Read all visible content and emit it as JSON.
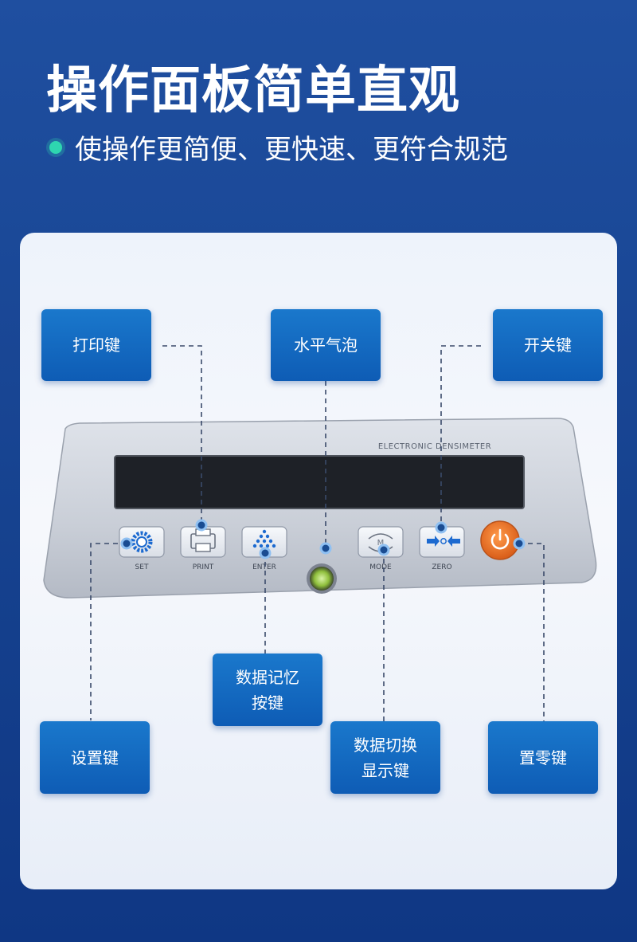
{
  "header": {
    "title": "操作面板简单直观",
    "subtitle": "使操作更简便、更快速、更符合规范"
  },
  "panel": {
    "brand_text": "ELECTRONIC DENSIMETER",
    "buttons": [
      "SET",
      "PRINT",
      "ENTER",
      "MODE",
      "ZERO"
    ],
    "mode_key_glyph": "M"
  },
  "callouts": {
    "print_key": "打印键",
    "level_bubble": "水平气泡",
    "power_key": "开关键",
    "memory_key_line1": "数据记忆",
    "memory_key_line2": "按键",
    "set_key": "设置键",
    "switch_key_line1": "数据切换",
    "switch_key_line2": "显示键",
    "zero_key": "置零键"
  },
  "colors": {
    "accent_blue": "#0e5cb5",
    "power_orange": "#e8702a",
    "bullet_green": "#2ed6b0"
  }
}
